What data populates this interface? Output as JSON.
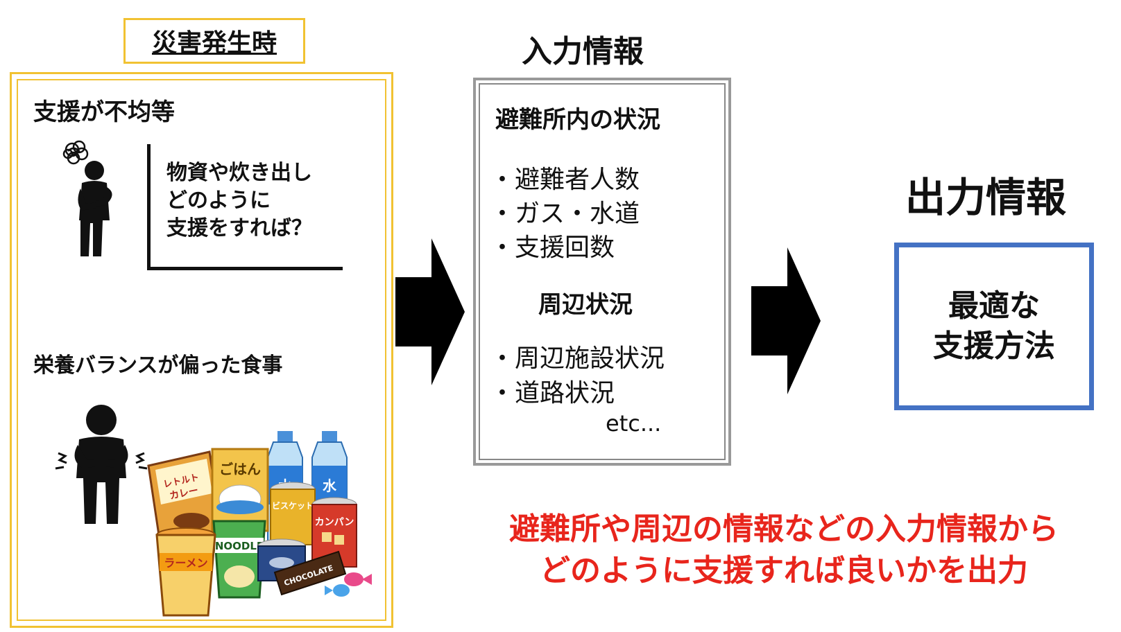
{
  "left": {
    "label": "災害発生時",
    "uneven_title": "支援が不均等",
    "speech_lines": [
      "物資や炊き出し",
      "どのように",
      "支援をすれば？"
    ],
    "nutrition_title": "栄養バランスが偏った食事",
    "food": {
      "curry_line1": "レトルト",
      "curry_line2": "カレー",
      "rice": "ごはん",
      "water": "水",
      "biscuit": "ビスケット",
      "kanpan": "カンパン",
      "noodle": "NOODLE",
      "ramen": "ラーメン",
      "chocolate": "CHOCOLATE"
    }
  },
  "input": {
    "title": "入力情報",
    "shelter_title": "避難所内の状況",
    "shelter_items": [
      "・避難者人数",
      "・ガス・水道",
      "・支援回数"
    ],
    "surround_title": "周辺状況",
    "surround_items": [
      "・周辺施設状況",
      "・道路状況"
    ],
    "etc": "etc..."
  },
  "output": {
    "title": "出力情報",
    "lines": [
      "最適な",
      "支援方法"
    ]
  },
  "caption": {
    "lines": [
      "避難所や周辺の情報などの入力情報から",
      "どのように支援すれば良いかを出力"
    ]
  },
  "colors": {
    "panel_border": "#f1c232",
    "output_border": "#4472c4",
    "input_border": "#999999",
    "caption": "#e8251c"
  },
  "icons": [
    "worried-person-icon",
    "stomachache-person-icon",
    "arrow-right-icon",
    "food-pile-illustration"
  ]
}
